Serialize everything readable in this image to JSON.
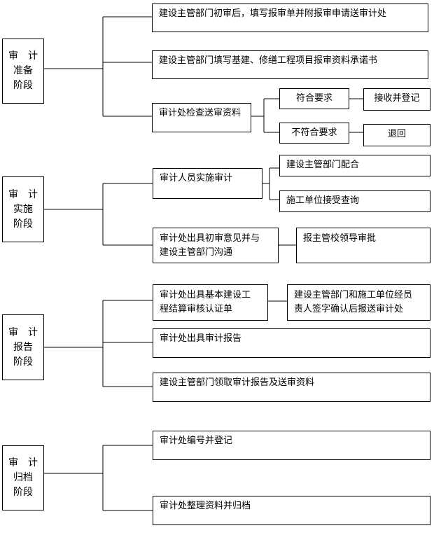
{
  "phases": [
    {
      "name_lines": [
        "审　计",
        "准备",
        "阶段"
      ],
      "steps": [
        "建设主管部门初审后，填写报审单并附报审申请送审计处",
        "建设主管部门填写基建、修缮工程项目报审资料承诺书",
        "审计处检查送审资料"
      ],
      "branches": [
        {
          "condition": "符合要求",
          "result": "接收并登记"
        },
        {
          "condition": "不符合要求",
          "result": "退回"
        }
      ]
    },
    {
      "name_lines": [
        "审　计",
        "实施",
        "阶段"
      ],
      "steps": [
        "审计人员实施审计",
        [
          "审计处出具初审意见并与",
          "建设主管部门沟通"
        ]
      ],
      "parallel": [
        "建设主管部门配合",
        "施工单位接受查询"
      ],
      "next": "报主管校领导审批"
    },
    {
      "name_lines": [
        "审　计",
        "报告",
        "阶段"
      ],
      "steps": [
        [
          "审计处出具基本建设工",
          "程结算审核认证单"
        ],
        "审计处出具审计报告",
        "建设主管部门领取审计报告及送审资料"
      ],
      "next": [
        "建设主管部门和施工单位经员",
        "责人签字确认后报送审计处"
      ]
    },
    {
      "name_lines": [
        "审　计",
        "归档",
        "阶段"
      ],
      "steps": [
        "审计处编号并登记",
        "审计处整理资料并归档"
      ]
    }
  ]
}
